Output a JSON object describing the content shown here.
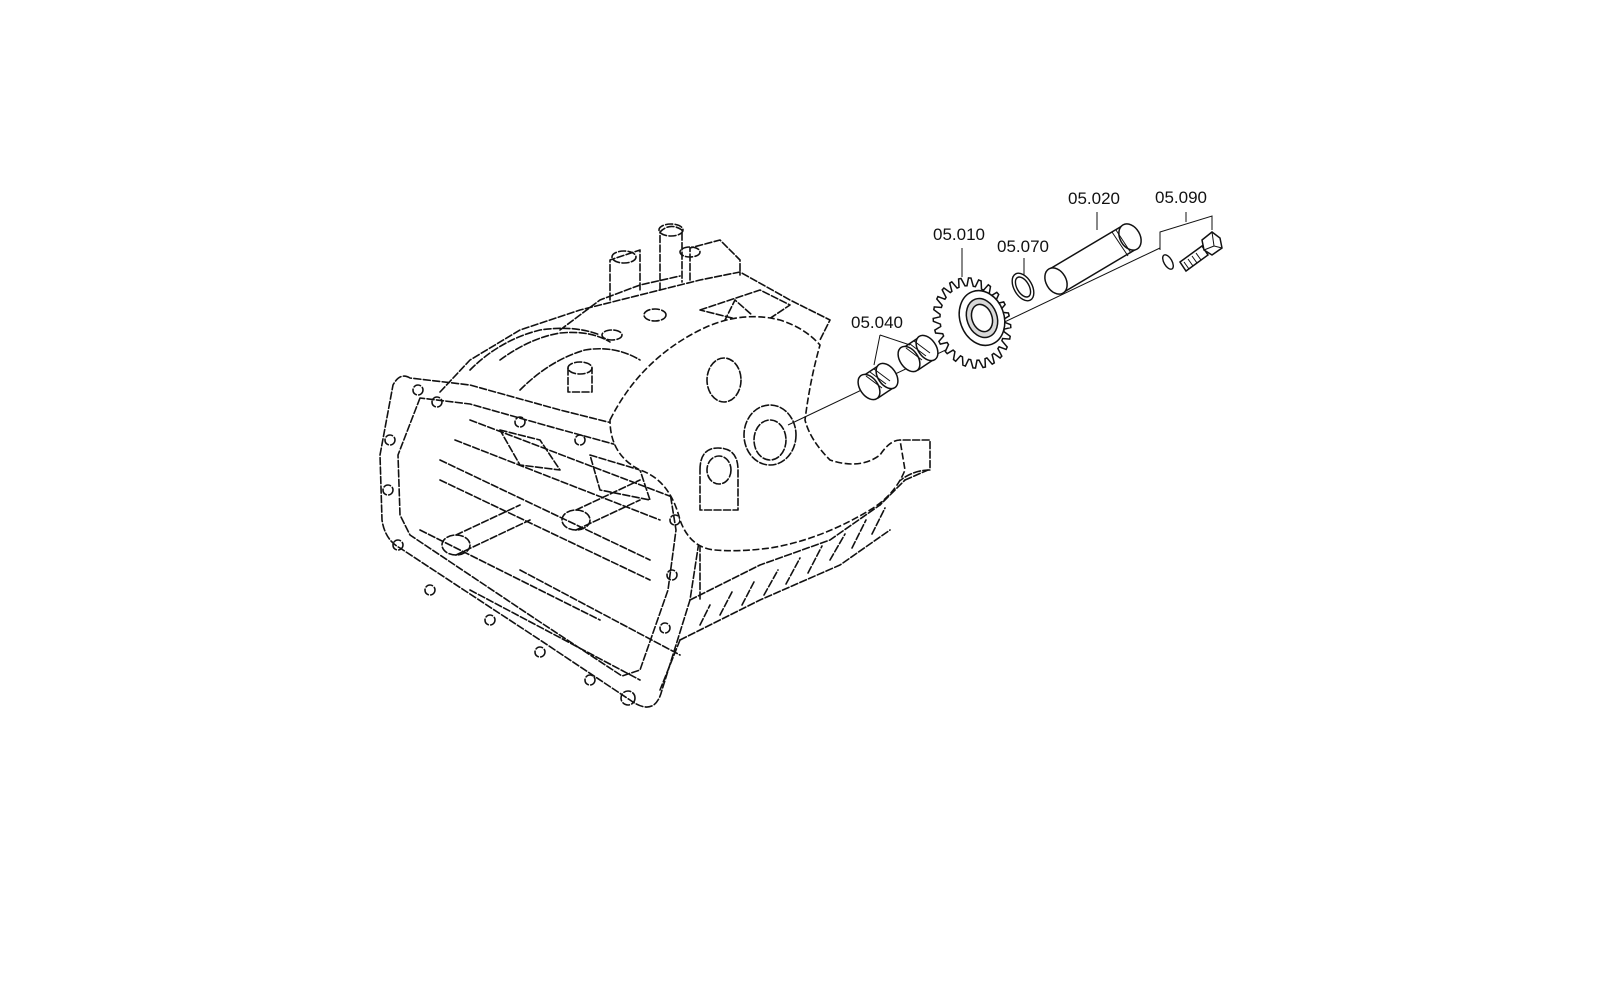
{
  "callouts": [
    {
      "id": "05.010",
      "label": "05.010"
    },
    {
      "id": "05.020",
      "label": "05.020"
    },
    {
      "id": "05.040",
      "label": "05.040"
    },
    {
      "id": "05.070",
      "label": "05.070"
    },
    {
      "id": "05.090",
      "label": "05.090"
    }
  ]
}
